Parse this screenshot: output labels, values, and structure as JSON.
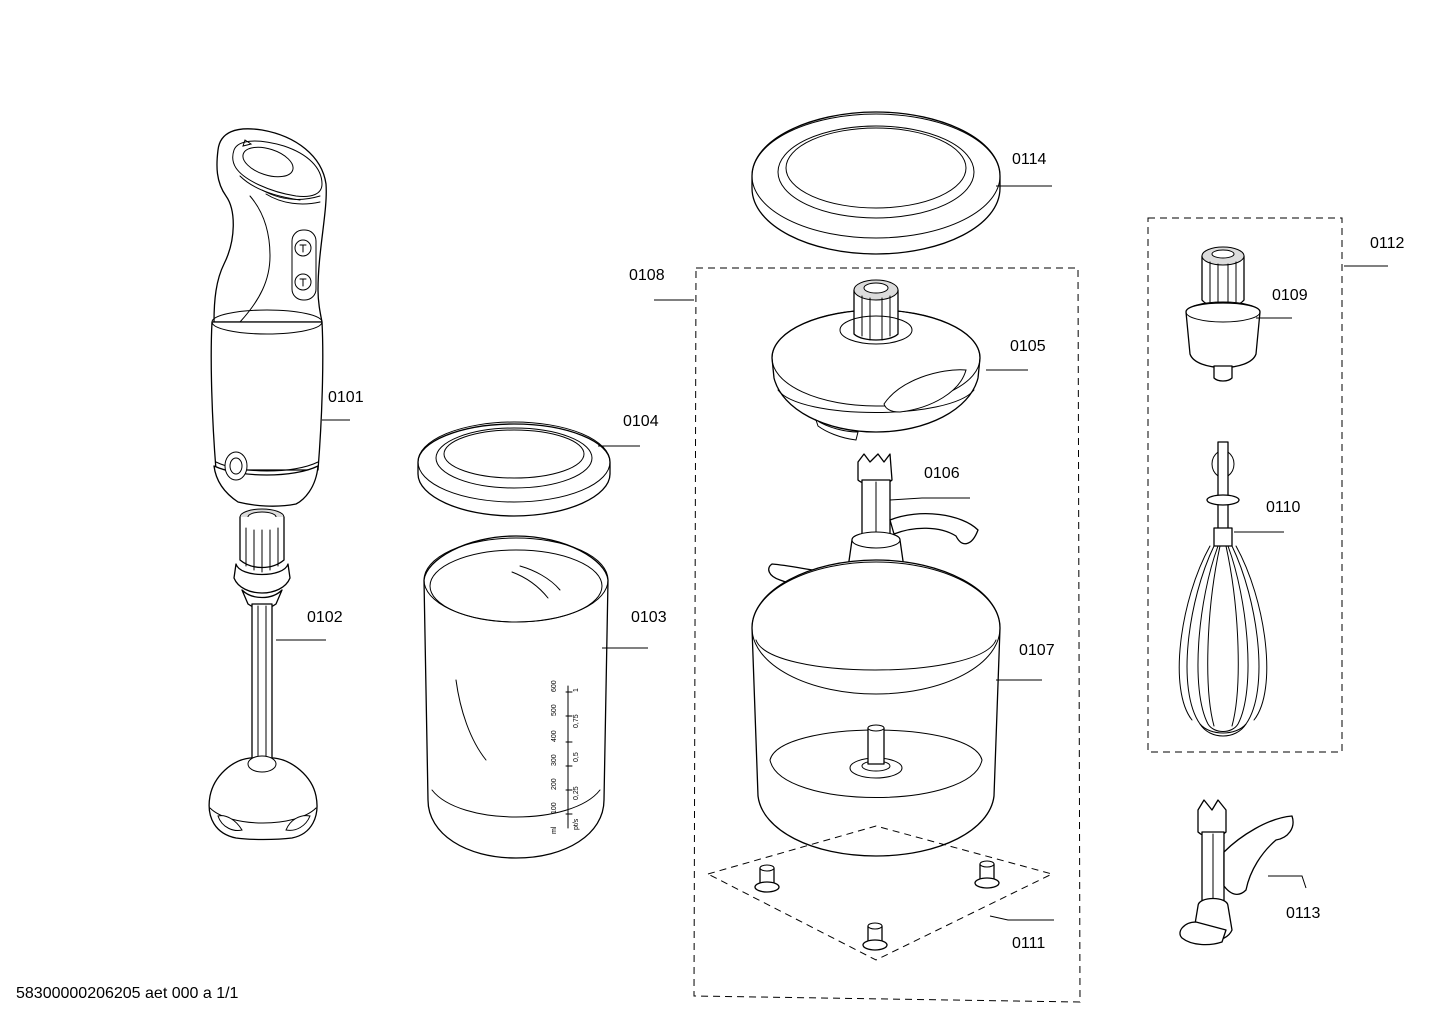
{
  "labels": {
    "p0101": "0101",
    "p0102": "0102",
    "p0103": "0103",
    "p0104": "0104",
    "p0105": "0105",
    "p0106": "0106",
    "p0107": "0107",
    "p0108": "0108",
    "p0109": "0109",
    "p0110": "0110",
    "p0111": "0111",
    "p0112": "0112",
    "p0113": "0113",
    "p0114": "0114"
  },
  "beaker_scale": {
    "ml": [
      "600",
      "500",
      "400",
      "300",
      "200",
      "100",
      "ml"
    ],
    "litres": [
      "1",
      "0,75",
      "0,5",
      "",
      "0,25",
      "",
      "pt/s"
    ]
  },
  "footer": "58300000206205 aet 000 a 1/1"
}
